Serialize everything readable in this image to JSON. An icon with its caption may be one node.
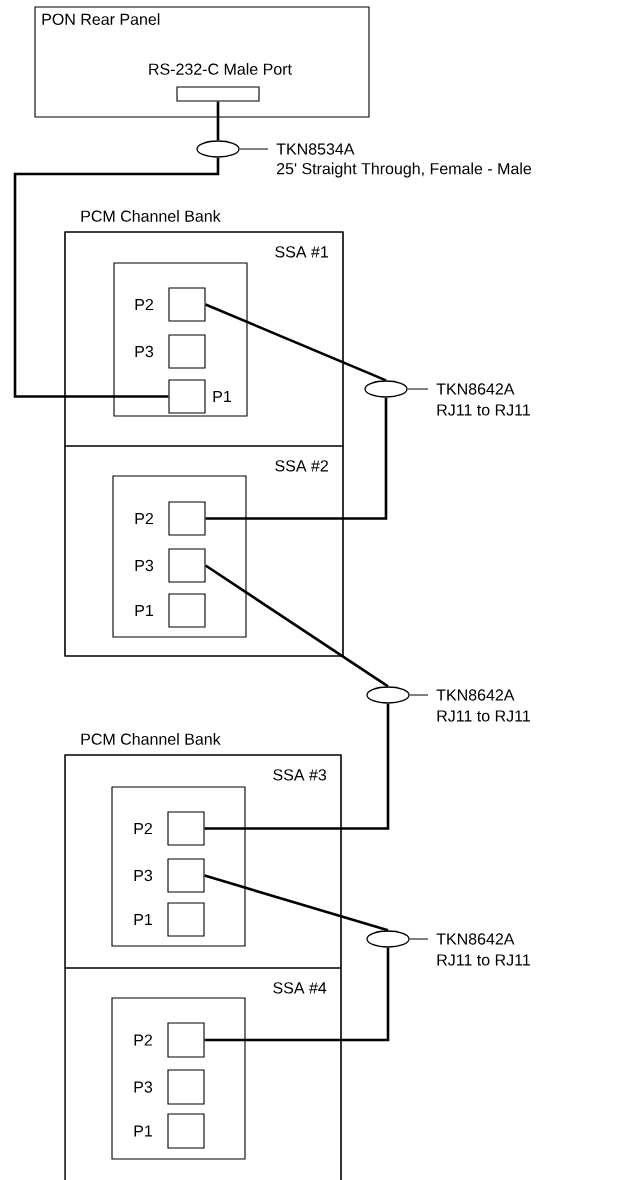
{
  "diagram": {
    "nodes": [
      {
        "text": [
          "PON Rear Panel"
        ]
      },
      {
        "text": [
          "RS-232-C Male Port"
        ],
        "in": 0
      },
      {
        "text": [],
        "shape": "ellipse"
      },
      {
        "text": [
          "TKN8534A",
          "25' Straight Through, Female - Male"
        ]
      },
      {
        "text": [
          "PCM Channel Bank"
        ]
      },
      {
        "text": [
          "SSA #1"
        ],
        "in": 4
      },
      {
        "text": [],
        "shape": "box",
        "in": 5
      },
      {
        "text": [
          "P2"
        ],
        "in": 6
      },
      {
        "text": [
          "P3"
        ],
        "in": 6
      },
      {
        "text": [
          "P1"
        ],
        "in": 6
      },
      {
        "text": [
          "SSA #2"
        ],
        "in": 4
      },
      {
        "text": [],
        "shape": "box",
        "in": 10
      },
      {
        "text": [
          "P2"
        ],
        "in": 11
      },
      {
        "text": [
          "P3"
        ],
        "in": 11
      },
      {
        "text": [
          "P1"
        ],
        "in": 11
      },
      {
        "text": [],
        "shape": "ellipse"
      },
      {
        "text": [
          "TKN8642A",
          "RJ11 to RJ11"
        ]
      },
      {
        "text": [],
        "shape": "ellipse"
      },
      {
        "text": [
          "TKN8642A",
          "RJ11 to RJ11"
        ]
      },
      {
        "text": [
          "PCM Channel Bank"
        ]
      },
      {
        "text": [
          "SSA #3"
        ],
        "in": 19
      },
      {
        "text": [],
        "shape": "box",
        "in": 20
      },
      {
        "text": [
          "P2"
        ],
        "in": 21
      },
      {
        "text": [
          "P3"
        ],
        "in": 21
      },
      {
        "text": [
          "P1"
        ],
        "in": 21
      },
      {
        "text": [
          "SSA #4"
        ],
        "in": 19
      },
      {
        "text": [],
        "shape": "box",
        "in": 25
      },
      {
        "text": [
          "P2"
        ],
        "in": 26
      },
      {
        "text": [
          "P3"
        ],
        "in": 26
      },
      {
        "text": [
          "P1"
        ],
        "in": 26
      },
      {
        "text": [],
        "shape": "ellipse"
      },
      {
        "text": [
          "TKN8642A",
          "RJ11 to RJ11"
        ]
      }
    ],
    "edges": [
      {
        "from": 1,
        "to": 2,
        "arrow": "none"
      },
      {
        "from": 2,
        "to": 9,
        "arrow": "none"
      },
      {
        "from": 3,
        "to": 2,
        "arrow": "none"
      },
      {
        "from": 7,
        "to": 15,
        "arrow": "none"
      },
      {
        "from": 15,
        "to": 12,
        "arrow": "none"
      },
      {
        "from": 16,
        "to": 15,
        "arrow": "none"
      },
      {
        "from": 13,
        "to": 17,
        "arrow": "none"
      },
      {
        "from": 17,
        "to": 22,
        "arrow": "none"
      },
      {
        "from": 18,
        "to": 17,
        "arrow": "none"
      },
      {
        "from": 23,
        "to": 30,
        "arrow": "none"
      },
      {
        "from": 30,
        "to": 27,
        "arrow": "none"
      },
      {
        "from": 31,
        "to": 30,
        "arrow": "none"
      }
    ]
  }
}
